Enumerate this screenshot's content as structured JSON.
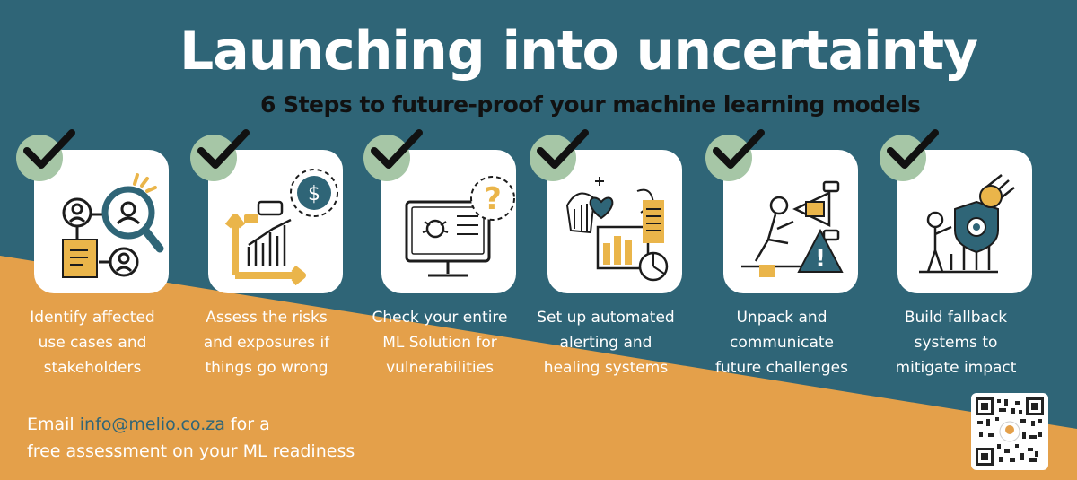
{
  "title": "Launching into uncertainty",
  "subtitle": "6 Steps to future-proof your machine learning models",
  "colors": {
    "teal": "#2f6577",
    "orange": "#e4a04a",
    "check_circle": "#a6c6a6",
    "accent_gold": "#eab54a",
    "ink": "#1c1c1c"
  },
  "steps": [
    {
      "label_lines": [
        "Identify affected",
        "use cases and",
        "stakeholders"
      ],
      "icon": "magnifier-people-icon"
    },
    {
      "label_lines": [
        "Assess the risks",
        "and exposures if",
        "things go wrong"
      ],
      "icon": "risk-chart-dollar-icon"
    },
    {
      "label_lines": [
        "Check your entire",
        "ML Solution for",
        "vulnerabilities"
      ],
      "icon": "monitor-bug-icon"
    },
    {
      "label_lines": [
        "Set up automated",
        "alerting and",
        "healing systems"
      ],
      "icon": "alert-heal-report-icon"
    },
    {
      "label_lines": [
        "Unpack and",
        "communicate",
        "future challenges"
      ],
      "icon": "megaphone-warning-icon"
    },
    {
      "label_lines": [
        "Build fallback",
        "systems to",
        "mitigate impact"
      ],
      "icon": "shield-meteor-icon"
    }
  ],
  "cta": {
    "prefix": "Email ",
    "email": "info@melio.co.za",
    "suffix": " for a",
    "line2": "free assessment on your ML readiness"
  }
}
